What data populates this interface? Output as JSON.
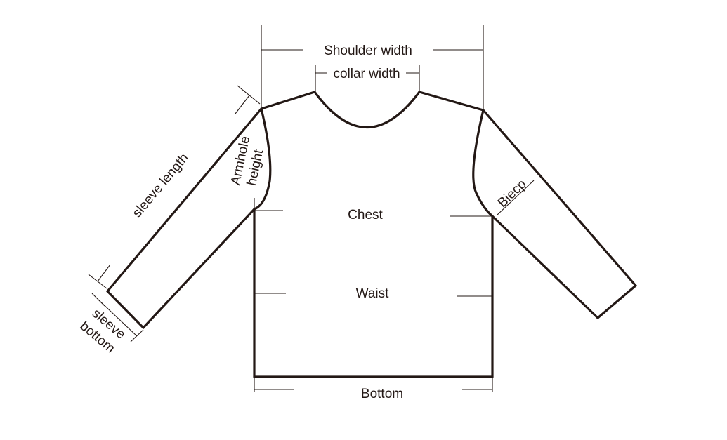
{
  "labels": {
    "shoulder_width": "Shoulder width",
    "collar_width": "collar width",
    "sleeve_length": "sleeve length",
    "armhole_line1": "Armhole",
    "armhole_line2": "height",
    "chest": "Chest",
    "waist": "Waist",
    "bicep": "Biecp",
    "sleeve_bottom_line1": "sleeve",
    "sleeve_bottom_line2": "bottom",
    "bottom": "Bottom"
  },
  "colors": {
    "line": "#231815",
    "background": "#ffffff"
  }
}
